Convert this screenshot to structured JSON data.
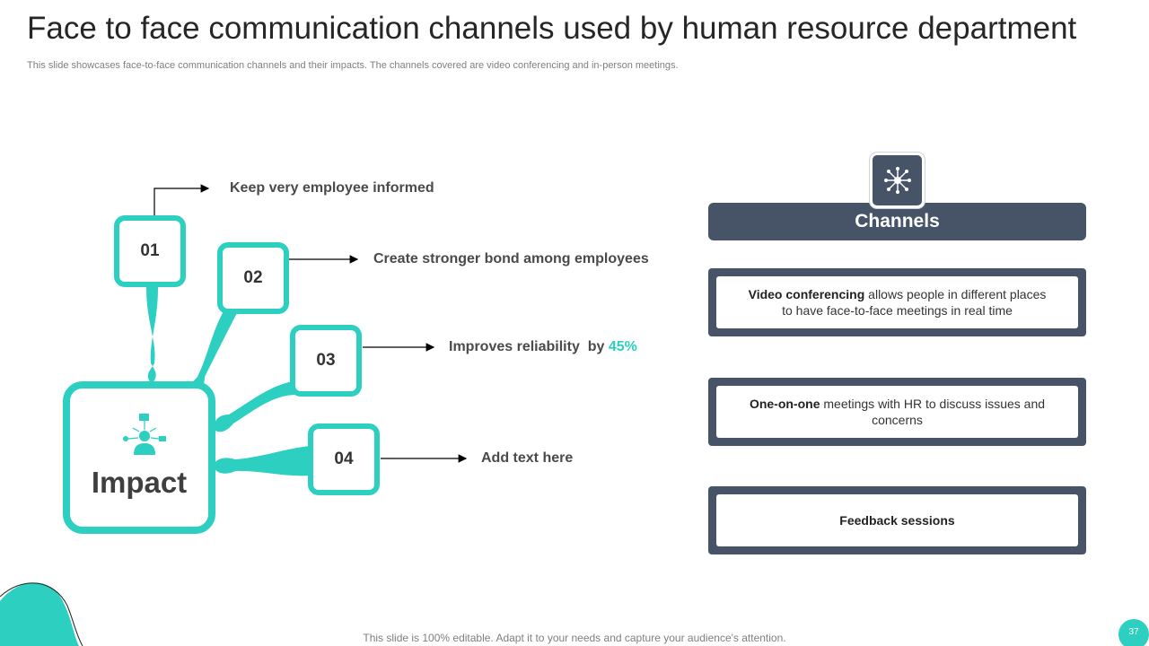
{
  "header": {
    "title": "Face to face communication channels used by human resource department",
    "subtitle": "This slide showcases face-to-face communication channels and their impacts. The channels covered are video conferencing and in-person meetings."
  },
  "impact": {
    "label": "Impact",
    "icon": "employee-network-icon",
    "items": [
      {
        "number": "01",
        "text": "Keep very employee informed"
      },
      {
        "number": "02",
        "text": "Create stronger bond among employees"
      },
      {
        "number": "03",
        "text": "Improves reliability  by ",
        "highlight": "45%"
      },
      {
        "number": "04",
        "text": "Add text here"
      }
    ]
  },
  "channels": {
    "title": "Channels",
    "icon": "network-hub-icon",
    "cards": [
      {
        "bold": "Video conferencing",
        "text": " allows people in different places to have face-to-face meetings in real time"
      },
      {
        "bold": "One-on-one",
        "text": " meetings with HR to discuss issues and concerns"
      },
      {
        "bold": "Feedback sessions",
        "text": ""
      }
    ]
  },
  "footer": {
    "note": "This slide is 100% editable. Adapt it to your needs and capture your audience's attention.",
    "page_number": "37"
  },
  "colors": {
    "accent": "#2ccfc0",
    "dark": "#475468"
  }
}
